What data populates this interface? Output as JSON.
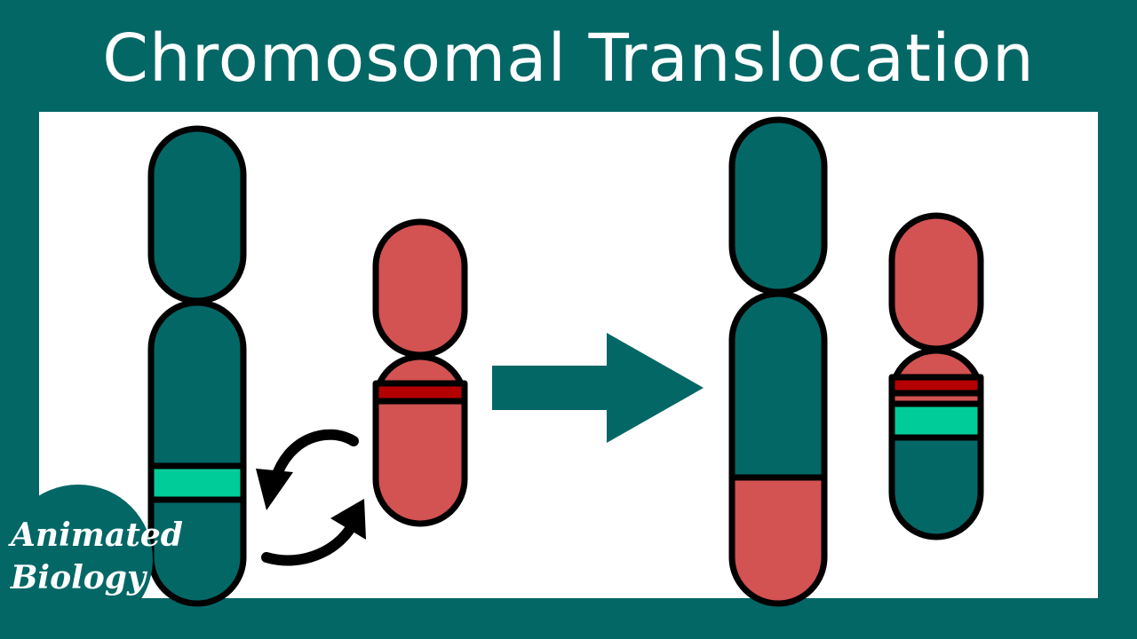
{
  "title": "Chromosomal Translocation",
  "logo": {
    "line1": "Animated",
    "line2": "Biology"
  },
  "colors": {
    "background": "#036766",
    "panel": "#ffffff",
    "chromosome_teal": "#036766",
    "chromosome_red": "#d35252",
    "band_red": "#b40000",
    "band_green": "#00cc99",
    "outline": "#000000",
    "arrow": "#036766"
  },
  "icons": [
    "curved-swap-arrows-icon",
    "right-arrow-icon"
  ]
}
